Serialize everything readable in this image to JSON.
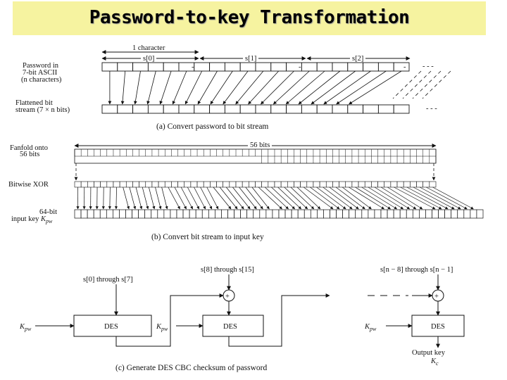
{
  "title": "Password-to-key Transformation",
  "part_a": {
    "one_char": "1 character",
    "s0": "s[0]",
    "s1": "s[1]",
    "s2": "s[2]",
    "row1_label": [
      "Password in",
      "7-bit ASCII",
      "(n characters)"
    ],
    "row2_label": [
      "Flattened bit",
      "stream (7 × n bits)"
    ],
    "dash": "-",
    "dots": "- - -",
    "caption": "(a) Convert password to bit stream"
  },
  "part_b": {
    "fanfold_label": [
      "Fanfold onto",
      "56 bits"
    ],
    "bits56": "56 bits",
    "xor_label": "Bitwise XOR",
    "key_label": [
      "64-bit",
      "input key "
    ],
    "kpw": "K",
    "kpw_sub": "pw",
    "caption": "(b) Convert bit stream to input key"
  },
  "part_c": {
    "s0_s7": "s[0] through s[7]",
    "s8_s15": "s[8] through s[15]",
    "sn8_sn1": "s[n − 8] through s[n − 1]",
    "des": "DES",
    "kpw": "K",
    "kpw_sub": "pw",
    "xor": "+",
    "output_key": "Output key",
    "kc": "K",
    "kc_sub": "c",
    "caption": "(c) Generate DES CBC checksum of password"
  }
}
